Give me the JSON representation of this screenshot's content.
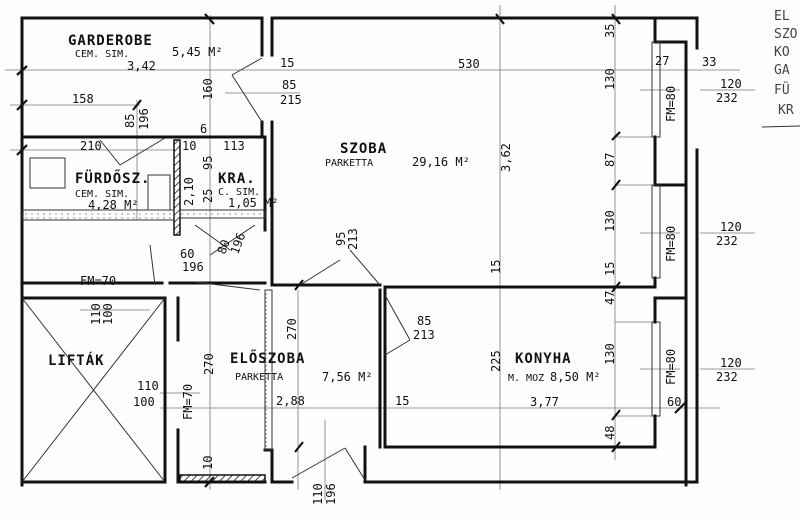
{
  "rooms": {
    "garderobe": {
      "name": "GARDEROBE",
      "floor": "CEM. SIM.",
      "area": "5,45 M²"
    },
    "szoba": {
      "name": "SZOBA",
      "floor": "PARKETTA",
      "area": "29,16 M²"
    },
    "furdo": {
      "name": "FÜRDŐSZ.",
      "floor": "CEM. SIM.",
      "area": "4,28 M²"
    },
    "kamra": {
      "name": "KRA.",
      "floor": "C. SIM.",
      "area": "1,05 M²"
    },
    "eloszoba": {
      "name": "ELŐSZOBA",
      "floor": "PARKETTA",
      "area": "7,56 M²"
    },
    "konyha": {
      "name": "KONYHA",
      "floor": "M. MOZ",
      "area": "8,50 M²"
    },
    "lift": {
      "name": "LIFTÁK"
    }
  },
  "dimensions": {
    "d342": "3,42",
    "d530": "530",
    "d158": "158",
    "d160": "160",
    "d15a": "15",
    "d85": "85",
    "d215": "215",
    "d35": "35",
    "d27": "27",
    "d33": "33",
    "d120a": "120",
    "d232a": "232",
    "d130a": "130",
    "fm80a": "FM=80",
    "d85b": "85",
    "d196a": "196",
    "d210": "210",
    "d6": "6",
    "d10": "10",
    "d113": "113",
    "d2_10": "2,10",
    "d95": "95",
    "d25": "25",
    "d80": "80",
    "d196b": "196",
    "d60a": "60",
    "d196c": "196",
    "d362": "3,62",
    "d87": "87",
    "d130b": "130",
    "fm80b": "FM=80",
    "d120b": "120",
    "d232b": "232",
    "d95b": "95",
    "d213a": "213",
    "fm70": "FM=70",
    "d110a": "110",
    "d100a": "100",
    "d110b": "110",
    "d100b": "100",
    "fm70b": "FM=70",
    "d270a": "270",
    "d270b": "270",
    "d288": "2,88",
    "d15b": "15",
    "d15c": "15",
    "d15d": "15",
    "d85c": "85",
    "d213b": "213",
    "d225": "225",
    "d377": "3,77",
    "d47": "47",
    "d130c": "130",
    "fm80c": "FM=80",
    "d120c": "120",
    "d232c": "232",
    "d60b": "60",
    "d48": "48",
    "d10b": "10",
    "d110c": "110",
    "d196d": "196"
  },
  "legend_fragments": [
    "EL",
    "SZO",
    "KO",
    "GA",
    "FÜ",
    "KR"
  ]
}
